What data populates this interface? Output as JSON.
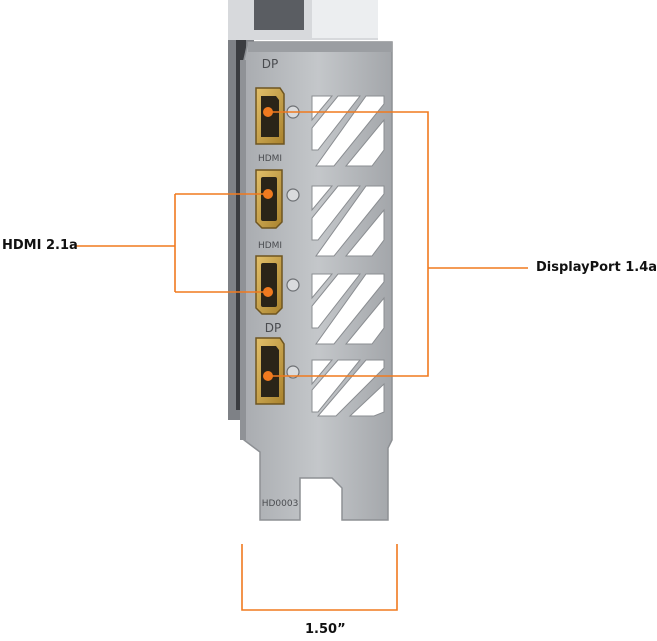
{
  "labels": {
    "left_callout": "HDMI 2.1a",
    "right_callout": "DisplayPort 1.4a",
    "width_dimension": "1.50”"
  },
  "bracket": {
    "port_labels": [
      "DP",
      "HDMI",
      "HDMI",
      "DP"
    ],
    "part_number": "HD0003"
  },
  "colors": {
    "accent": "#f07a1f",
    "bracket_metal": "#b3b6ba",
    "port_gold": "#c9a24a"
  }
}
